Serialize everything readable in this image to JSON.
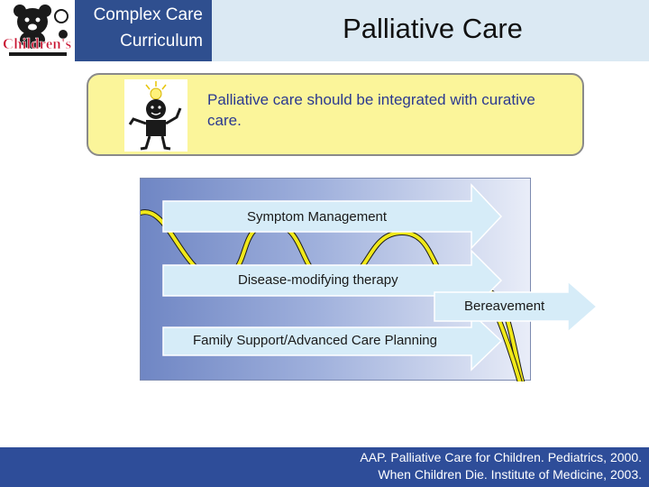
{
  "header": {
    "logo_text": "Children's",
    "curriculum_line1": "Complex Care",
    "curriculum_line2": "Curriculum",
    "title": "Palliative Care"
  },
  "note": {
    "text": "Palliative care should be integrated with curative care."
  },
  "diagram": {
    "arrows": [
      {
        "label": "Symptom Management"
      },
      {
        "label": "Disease-modifying therapy"
      },
      {
        "label": "Bereavement"
      },
      {
        "label": "Family Support/Advanced Care Planning"
      }
    ],
    "colors": {
      "arrow_fill": "#d6ecf8",
      "wave": "#f0e81a",
      "wave_outline": "#1a1a1a"
    }
  },
  "citation": {
    "line1": "AAP. Palliative Care for Children. Pediatrics, 2000.",
    "line2": "When Children Die.  Institute of Medicine, 2003."
  },
  "colors": {
    "header_band": "#dbe9f3",
    "curriculum_box": "#2f4f8f",
    "note_fill": "#fbf59a",
    "note_text": "#2b3990",
    "citation_bar": "#2e4d99"
  }
}
